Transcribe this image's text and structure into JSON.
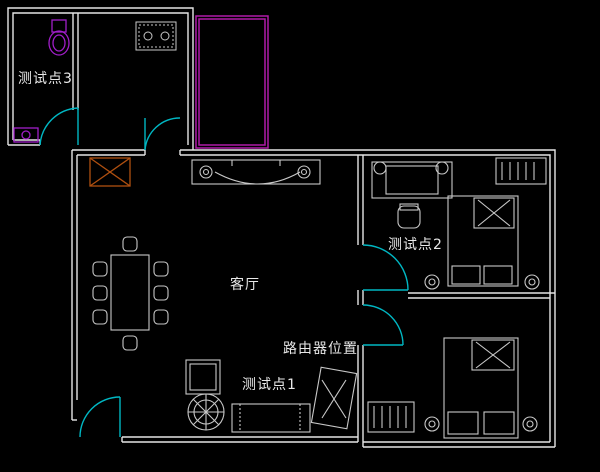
{
  "labels": {
    "test_point_3": "测试点3",
    "test_point_2": "测试点2",
    "test_point_1": "测试点1",
    "living_room": "客厅",
    "router_location": "路由器位置"
  },
  "colors": {
    "background": "#000000",
    "wall": "#e6e6e6",
    "furniture": "#c8c8c8",
    "door": "#00b7c3",
    "balcony": "#b01aa8",
    "fixture": "#a01ec8",
    "beam": "#b05010"
  }
}
